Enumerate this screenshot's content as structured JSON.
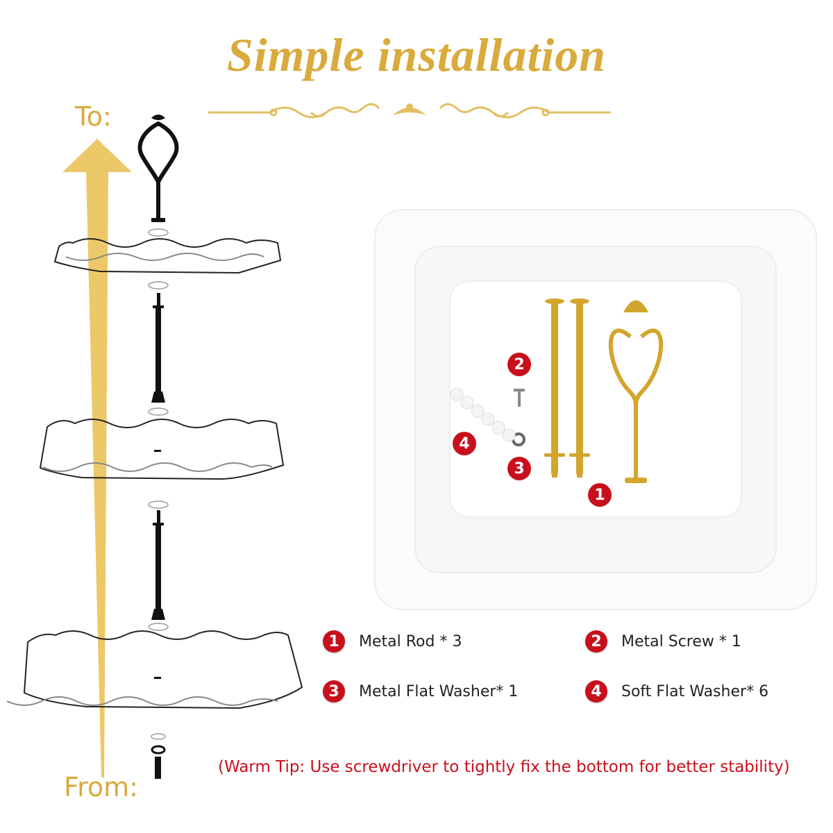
{
  "header": {
    "title": "Simple installation"
  },
  "diagram": {
    "to_label": "To:",
    "from_label": "From:",
    "arrow_color": "#ecc868",
    "tiers": 3
  },
  "photo": {
    "badges": [
      "1",
      "2",
      "3",
      "4"
    ]
  },
  "legend": {
    "items": [
      {
        "number": "1",
        "label": "Metal Rod * 3"
      },
      {
        "number": "2",
        "label": "Metal Screw * 1"
      },
      {
        "number": "3",
        "label": "Metal Flat Washer* 1"
      },
      {
        "number": "4",
        "label": "Soft Flat Washer* 6"
      }
    ]
  },
  "tip": {
    "text": "(Warm Tip: Use screwdriver to tightly fix the bottom for better stability)"
  },
  "colors": {
    "gold": "#d9aa3c",
    "badge_red": "#c8101d",
    "tip_red": "#c8101d"
  }
}
